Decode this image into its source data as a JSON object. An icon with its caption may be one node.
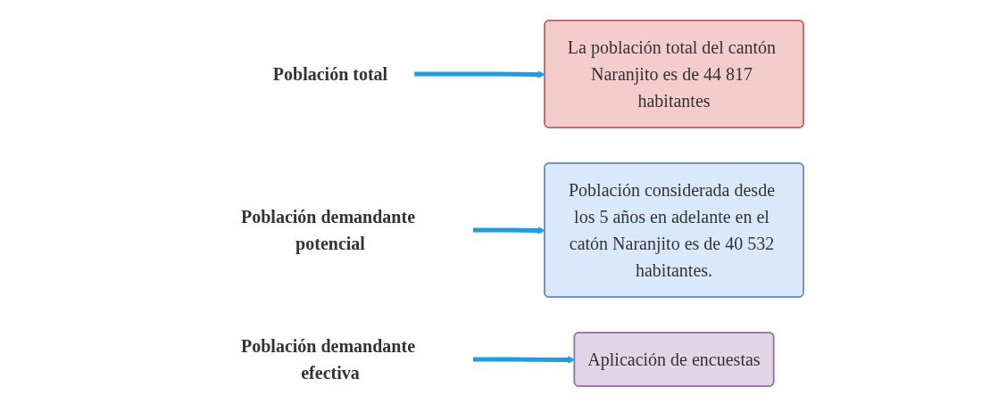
{
  "diagram": {
    "nodes": [
      {
        "text": [
          "Población total"
        ]
      },
      {
        "text": [
          "La población total del cantón Naranjito es de 44 817 habitantes"
        ]
      },
      {
        "text": [
          "Población demandante potencial"
        ]
      },
      {
        "text": [
          "Población considerada desde los 5 años en adelante en el catón Naranjito es de 40 532 habitantes."
        ]
      },
      {
        "text": [
          "Población demandante efectiva"
        ]
      },
      {
        "text": [
          "Aplicación de encuestas"
        ]
      }
    ],
    "edges": [
      {
        "from": 0,
        "to": 1,
        "arrow": "to",
        "color": "#1f9de0"
      },
      {
        "from": 2,
        "to": 3,
        "arrow": "to",
        "color": "#1f9de0"
      },
      {
        "from": 4,
        "to": 5,
        "arrow": "to",
        "color": "#1f9de0"
      }
    ]
  }
}
